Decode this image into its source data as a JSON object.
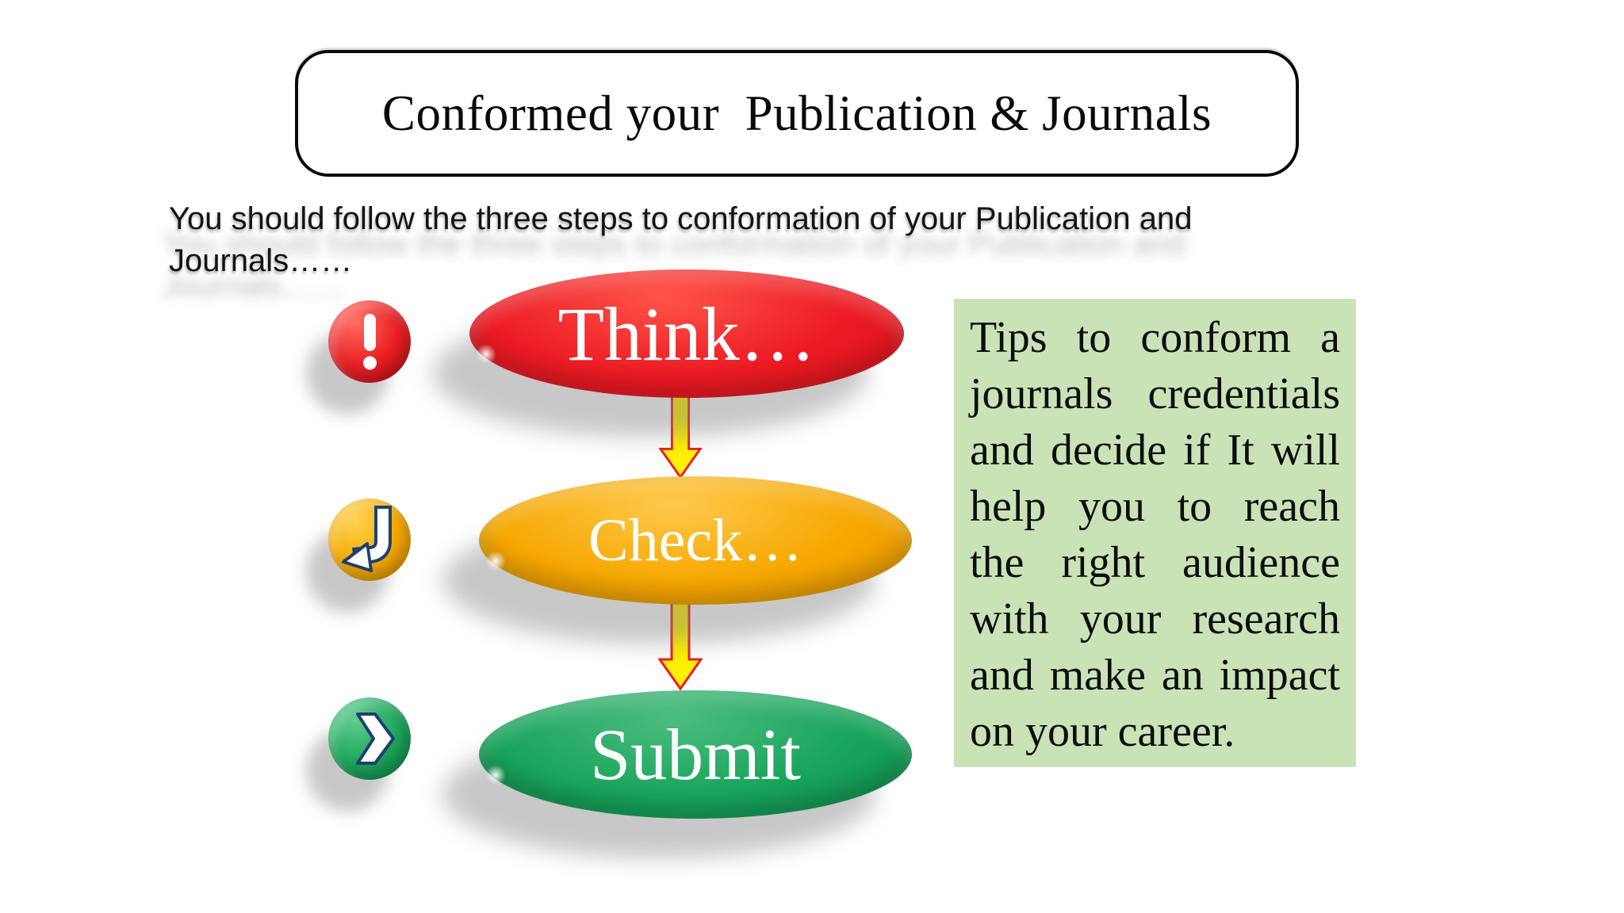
{
  "slide": {
    "title": "Conformed your  Publication & Journals",
    "subtitle": {
      "line1": "You should follow the three steps to conformation of your Publication and",
      "line2": "Journals……"
    },
    "steps": [
      {
        "label": "Think…",
        "icon": "exclamation-icon",
        "oval_color": "#EC1B23",
        "badge_color": "#EA1F24"
      },
      {
        "label": "Check…",
        "icon": "return-arrow-icon",
        "oval_color": "#F6A801",
        "badge_color": "#F5A800"
      },
      {
        "label": "Submit",
        "icon": "chevron-right-icon",
        "oval_color": "#18A45B",
        "badge_color": "#1CA65B"
      }
    ],
    "arrows": {
      "fill_color": "#FFF100",
      "border_color": "#EA1C27",
      "direction": "down"
    },
    "icon_outline_color": "#20406E",
    "icon_glyph_color": "#FFFFFF",
    "tips_panel": {
      "bg_color": "#C9E3B6",
      "lines": [
        "Tips to conform a",
        "journals credentials",
        "and decide if It will",
        "help you to reach",
        "the right audience",
        "with your research",
        "and make an impact",
        "on your career."
      ]
    }
  }
}
